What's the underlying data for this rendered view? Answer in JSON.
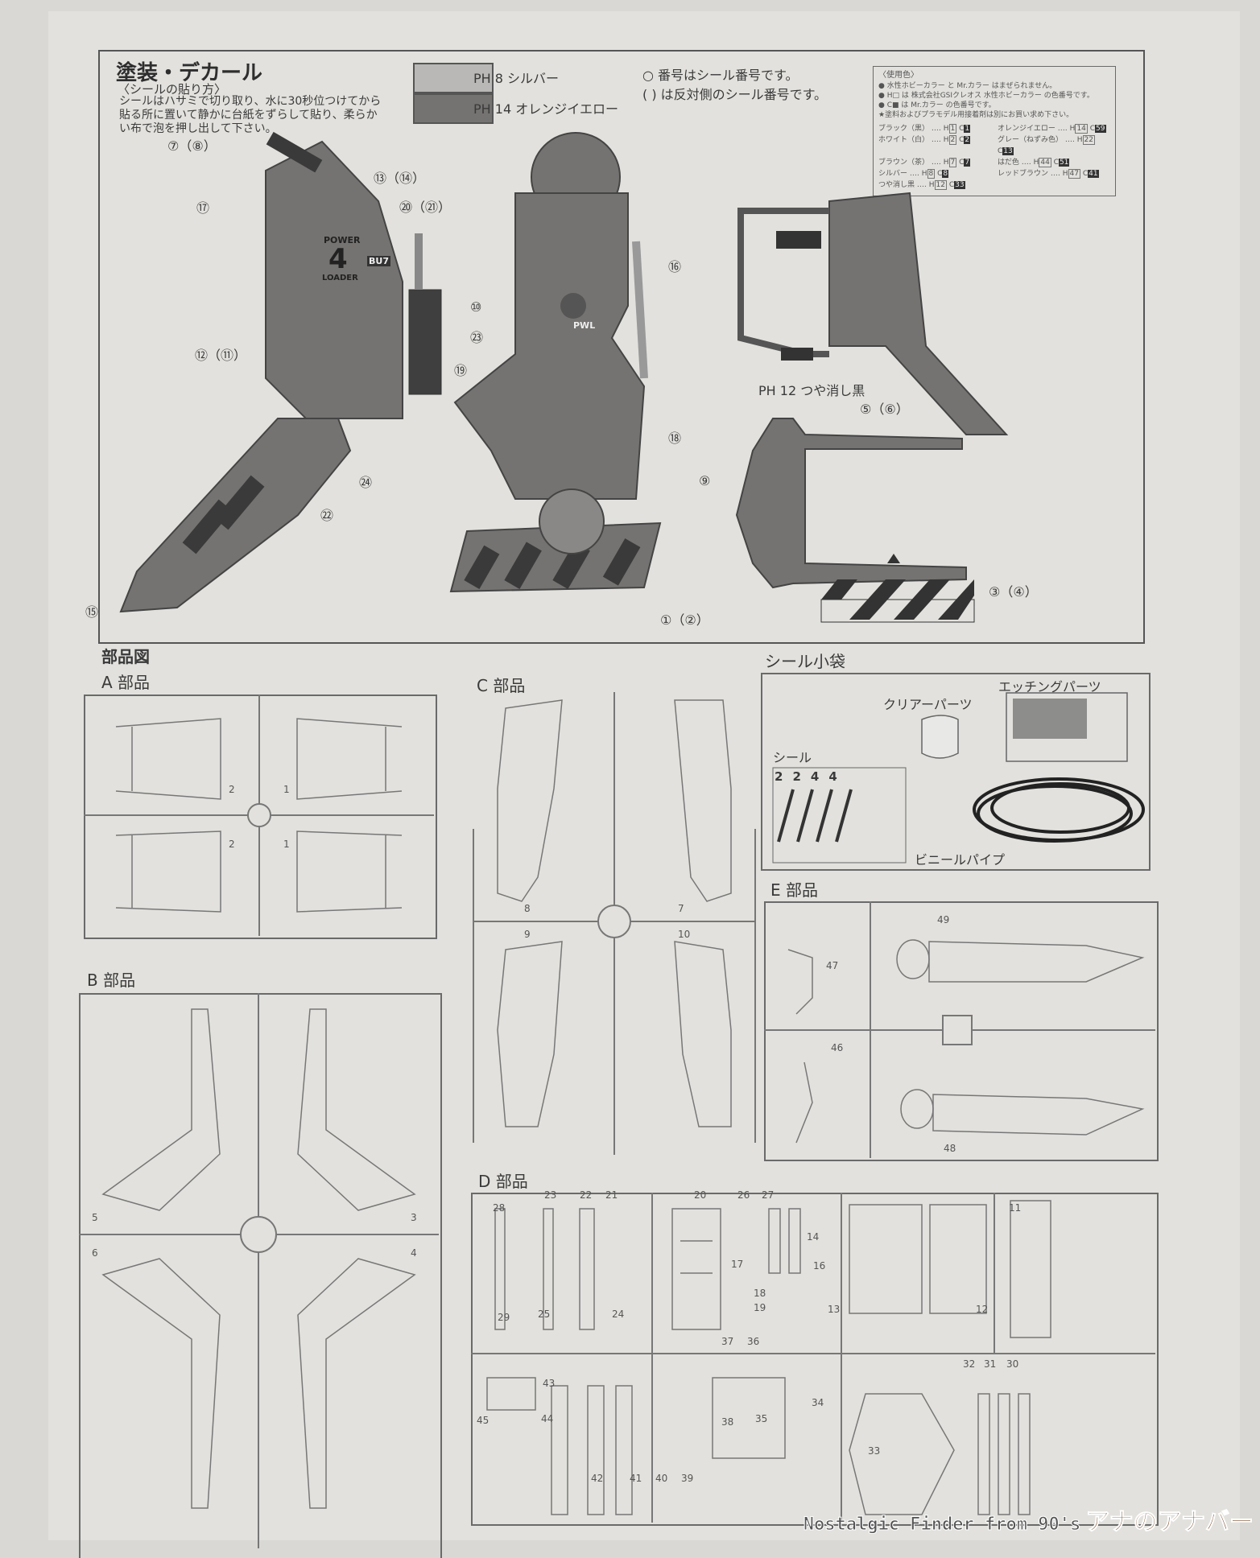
{
  "painting": {
    "title": "塗装・デカール",
    "subtitle": "〈シールの貼り方〉",
    "instructions": [
      "シールはハサミで切り取り、水に30秒位つけてから",
      "貼る所に置いて静かに台紙をずらして貼り、柔らか",
      "い布で泡を押し出して下さい。"
    ],
    "colors": [
      {
        "code": "PH 8",
        "label": "シルバー",
        "hex": "#b9b8b6"
      },
      {
        "code": "PH 14",
        "label": "オレンジイエロー",
        "hex": "#757371"
      }
    ],
    "notes": [
      "○ 番号はシール番号です。",
      "(  ) は反対側のシール番号です。"
    ],
    "matte_black_note": "PH 12 つや消し黒"
  },
  "color_box": {
    "title": "〈使用色〉",
    "lines": [
      "● 水性ホビーカラー と Mr.カラー はまぜられません。",
      "● H□ は 株式会社GSIクレオス 水性ホビーカラー の色番号です。",
      "● C■ は Mr.カラー の色番号です。",
      "★塗料およびプラモデル用接着剤は別にお買い求め下さい。"
    ],
    "table": [
      {
        "name": "ブラック（黒）",
        "h": "1",
        "c": "1"
      },
      {
        "name": "ホワイト（白）",
        "h": "2",
        "c": "2"
      },
      {
        "name": "ブラウン（茶）",
        "h": "7",
        "c": "7"
      },
      {
        "name": "シルバー",
        "h": "8",
        "c": "8"
      },
      {
        "name": "つや消し黒",
        "h": "12",
        "c": "33"
      },
      {
        "name": "オレンジイエロー",
        "h": "14",
        "c": "59"
      },
      {
        "name": "グレー（ねずみ色）",
        "h": "22",
        "c": "13"
      },
      {
        "name": "はだ色",
        "h": "44",
        "c": "51"
      },
      {
        "name": "レッドブラウン",
        "h": "47",
        "c": "41"
      }
    ]
  },
  "callouts": [
    "⑦（⑧）",
    "⑰",
    "⑬（⑭）",
    "⑳（㉑）",
    "⑫（⑪）",
    "⑲",
    "⑯",
    "⑩",
    "㉓",
    "⑱",
    "㉔",
    "㉒",
    "⑮",
    "①（②）",
    "⑤（⑥）",
    "⑨",
    "③（④）"
  ],
  "decal_marks": {
    "power": "POWER",
    "number": "4",
    "loader": "LOADER",
    "bu7": "BU7",
    "pwl": "PWL"
  },
  "parts": {
    "title": "部品図",
    "a": {
      "title": "A 部品",
      "numbers": [
        "2",
        "1",
        "2",
        "1"
      ]
    },
    "b": {
      "title": "B 部品",
      "numbers": [
        "5",
        "3",
        "6",
        "4"
      ]
    },
    "c": {
      "title": "C 部品",
      "numbers": [
        "8",
        "7",
        "9",
        "10"
      ]
    },
    "d": {
      "title": "D 部品",
      "numbers": [
        "28",
        "23",
        "22",
        "21",
        "20",
        "26",
        "27",
        "11",
        "14",
        "17",
        "16",
        "18",
        "19",
        "13",
        "12",
        "29",
        "25",
        "24",
        "43",
        "37",
        "36",
        "32",
        "31",
        "30",
        "34",
        "35",
        "38",
        "33",
        "45",
        "44",
        "42",
        "41",
        "40",
        "39"
      ]
    },
    "e": {
      "title": "E 部品",
      "numbers": [
        "49",
        "47",
        "46",
        "48"
      ]
    }
  },
  "bag": {
    "title": "シール小袋",
    "clear_parts": "クリアーパーツ",
    "etching_parts": "エッチングパーツ",
    "seal": "シール",
    "seal_numbers": [
      "2",
      "2",
      "4",
      "4"
    ],
    "vinyl_pipe": "ビニールパイプ"
  },
  "watermark": {
    "en": "Nostalgic Finder from 90's",
    "jp": "アナのアナバー"
  }
}
